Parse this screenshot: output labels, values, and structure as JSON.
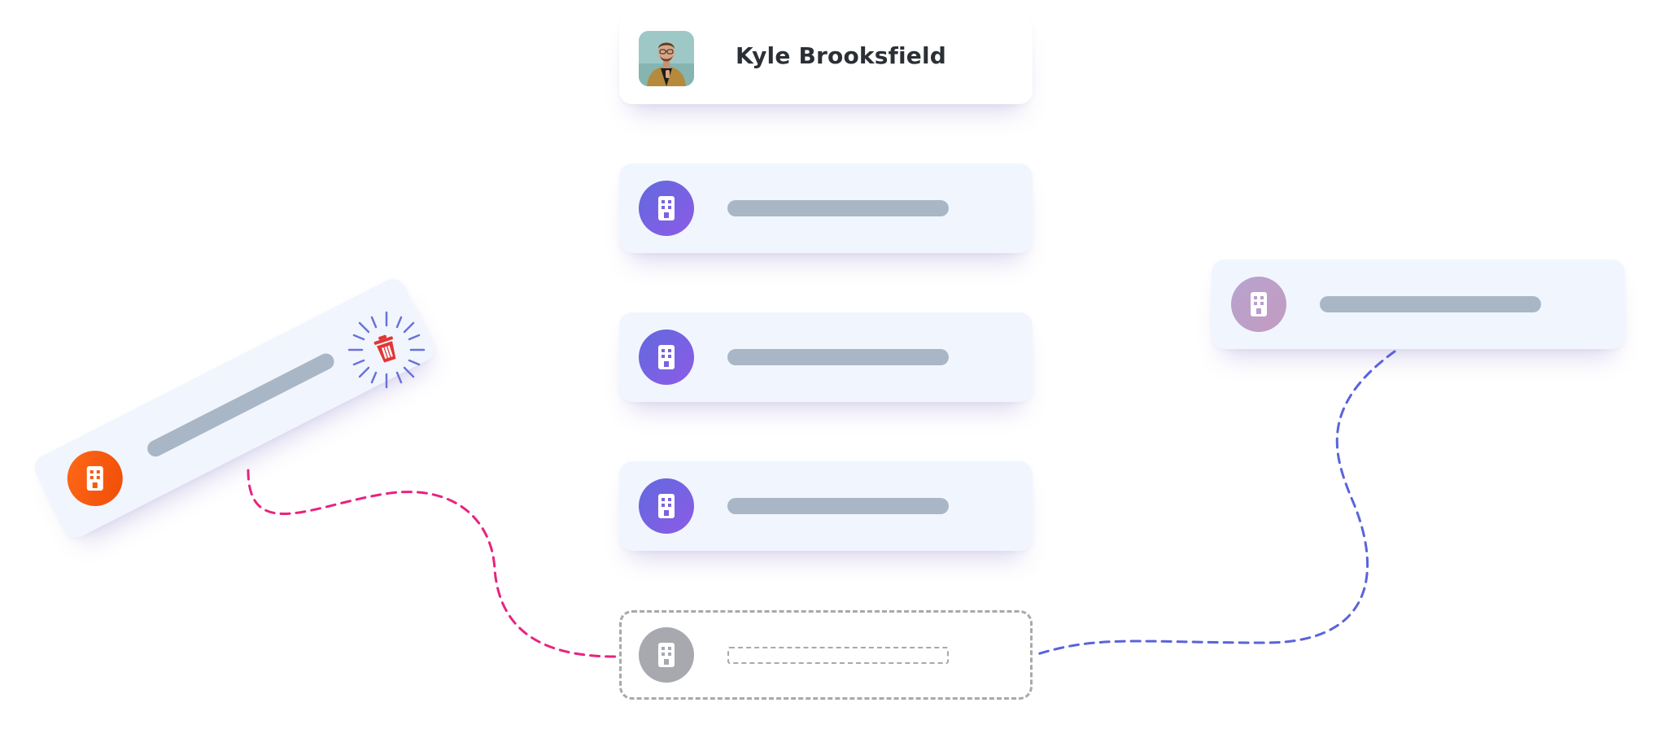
{
  "profile": {
    "name": "Kyle Brooksfield",
    "avatar": "profile-photo"
  },
  "cards": [
    {
      "icon": "building-icon",
      "state": "active"
    },
    {
      "icon": "building-icon",
      "state": "active"
    },
    {
      "icon": "building-icon",
      "state": "active"
    }
  ],
  "placeholder_card": {
    "icon": "building-icon",
    "state": "drop-target"
  },
  "dragged_card": {
    "icon": "building-icon",
    "state": "dragging-away"
  },
  "removed_card": {
    "icon": "building-icon",
    "action": "trash-icon",
    "state": "deleting"
  },
  "colors": {
    "purple_icon": "#6b63e2",
    "orange_icon": "#f85a10",
    "mauve_icon": "#bea0cb",
    "gray_icon": "#a7a9ae",
    "skeleton_bar": "#a9b6c5",
    "card_bg": "#f1f6fe",
    "pink_connector": "#e8237f",
    "blue_connector": "#5a63db",
    "trash_red": "#e23636"
  }
}
